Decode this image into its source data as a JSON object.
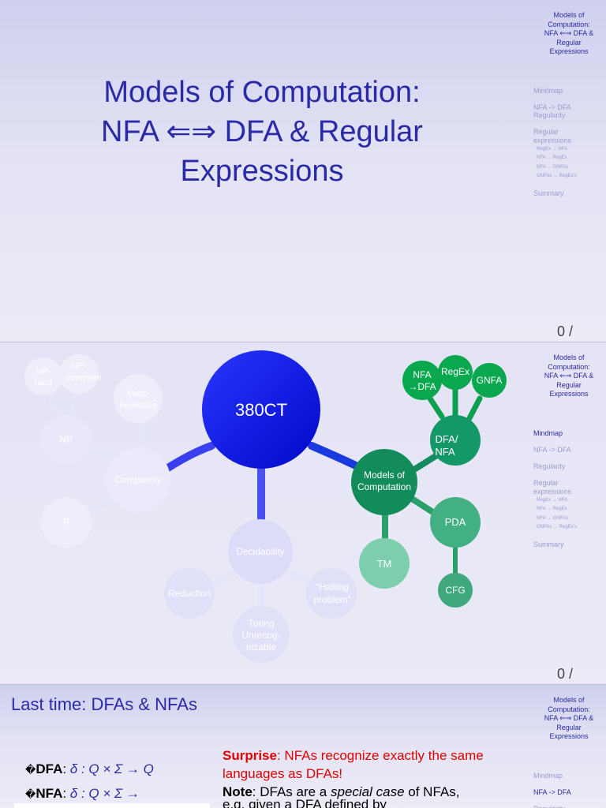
{
  "nav": {
    "title_lines": [
      "Models of",
      "Computation:",
      "NFA  ⇐⇒  DFA &",
      "Regular",
      "Expressions"
    ],
    "items": {
      "mindmap": "Mindmap",
      "nfa_dfa": "NFA -> DFA",
      "regularity": "Regularity",
      "regex_1": "Regular",
      "regex_2": "expressions",
      "summary": "Summary"
    },
    "sub": [
      "RegEx  →  NFA",
      "NFA  →  RegEx",
      "NFA  →  GNFAs",
      "GNFAs  →  RegEx's"
    ]
  },
  "slide1": {
    "title_l1": "Models of Computation:",
    "title_l2": "NFA  ⇐⇒  DFA & Regular",
    "title_l3": "Expressions",
    "page": "0 /"
  },
  "slide2": {
    "page": "0 /",
    "nodes": {
      "core": "380CT",
      "np_hard_1": "NP-",
      "np_hard_2": "hard",
      "np_complete_1": "NP-",
      "np_complete_2": "complete",
      "meta_1": "Meta-",
      "meta_2": "heuristics",
      "np": "NP",
      "complexity": "Complexity",
      "p": "P",
      "decidability": "Decidability",
      "reduction": "Reduction",
      "halting_1": "\"Halting",
      "halting_2": "problem\"",
      "turing_1": "Turing",
      "turing_2": "Unrecog-",
      "turing_3": "nizable",
      "models_1": "Models of",
      "models_2": "Computation",
      "dfa_nfa_1": "DFA/",
      "dfa_nfa_2": "NFA",
      "nfa_dfa_1": "NFA",
      "nfa_dfa_2": "→DFA",
      "regex": "RegEx",
      "gnfa": "GNFA",
      "pda": "PDA",
      "tm": "TM",
      "cfg": "CFG"
    },
    "colors": {
      "core": "#0a12e6",
      "faded": "#dcdcf7",
      "models": "#13925e",
      "bright": "#1aaa5a"
    }
  },
  "slide3": {
    "title": "Last time: DFAs & NFAs",
    "dfa_label": "DFA",
    "dfa_math": "δ : Q × Σ → Q",
    "nfa_label": "NFA",
    "nfa_math": "δ : Q × Σ →",
    "surprise_label": "Surprise",
    "surprise_text": ": NFAs recognize exactly the same languages as DFAs!",
    "note_label": "Note",
    "note_pre": ": DFAs are a ",
    "note_em": "special case",
    "note_post": " of NFAs,",
    "cut_text": "e.g. given a DFA defined by"
  }
}
